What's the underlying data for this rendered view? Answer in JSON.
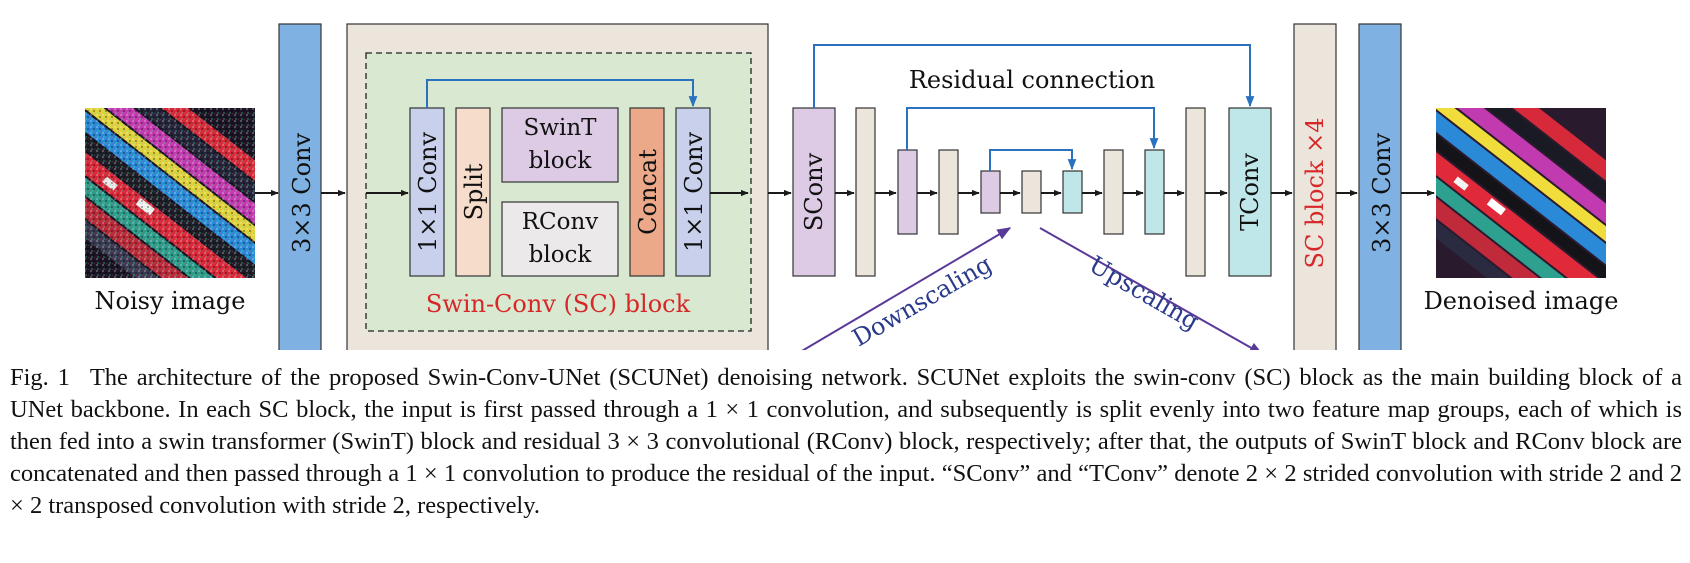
{
  "diagram": {
    "noisy_image_label": "Noisy image",
    "denoised_image_label": "Denoised image",
    "conv3x3_label": "3×3 Conv",
    "conv1x1_label": "1×1 Conv",
    "split_label": "Split",
    "swint_line1": "SwinT",
    "swint_line2": "block",
    "rconv_line1": "RConv",
    "rconv_line2": "block",
    "concat_label": "Concat",
    "sc_block_label": "Swin-Conv (SC) block",
    "sconv_label": "SConv",
    "tconv_label": "TConv",
    "sc_block_x4_label": "SC block ×4",
    "residual_connection_label": "Residual connection",
    "downscaling_label": "Downscaling",
    "upscaling_label": "Upscaling"
  },
  "caption": {
    "label": "Fig. 1",
    "text": "The architecture of the proposed Swin-Conv-UNet (SCUNet) denoising network. SCUNet exploits the swin-conv (SC) block as the main building block of a UNet backbone. In each SC block, the input is first passed through a 1 × 1 convolution, and subsequently is split evenly into two feature map groups, each of which is then fed into a swin transformer (SwinT) block and residual 3 × 3 convolutional (RConv) block, respectively; after that, the outputs of SwinT block and RConv block are concatenated and then passed through a 1 × 1 convolution to produce the residual of the input. “SConv” and “TConv” denote 2 × 2 strided convolution with stride 2 and 2 × 2 transposed convolution with stride 2, respectively."
  },
  "colors": {
    "conv_blue": "#7fb2e2",
    "sc_outer_bg": "#ece5dc",
    "sc_inner_bg": "#d9e8d0",
    "lavender": "#c9d0ec",
    "peach": "#f6dccb",
    "purple": "#ddcbe6",
    "gray": "#ebe9e9",
    "orange": "#eba98a",
    "beige": "#ebe5dc",
    "cyan": "#bfe6e8",
    "red_text": "#d62828",
    "blue_arrow": "#2a72c0",
    "purple_arrow": "#5a3a98"
  }
}
